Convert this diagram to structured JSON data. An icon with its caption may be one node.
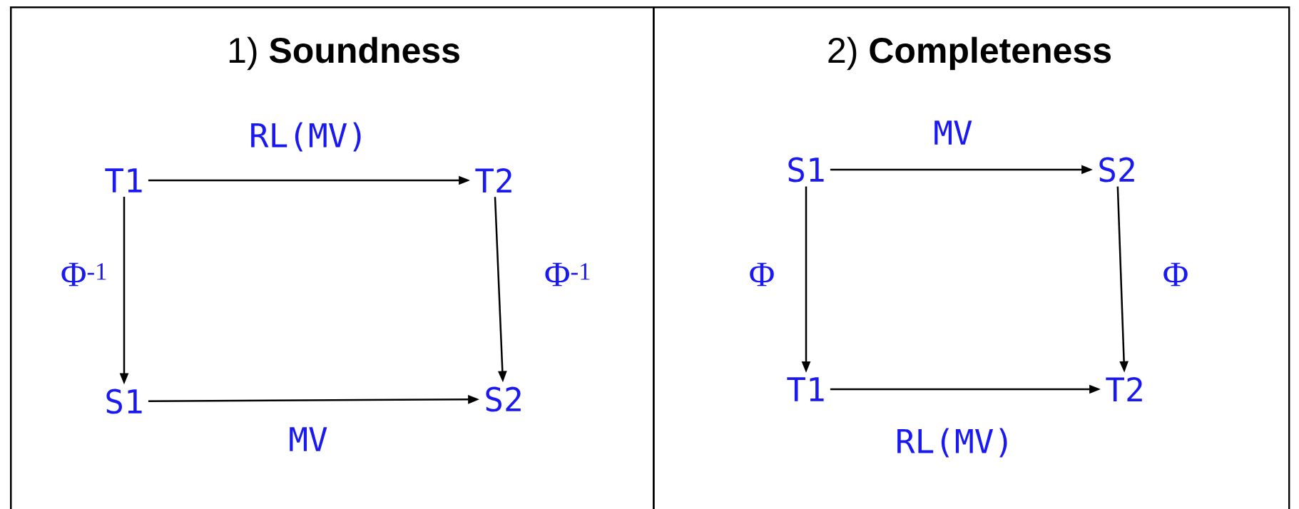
{
  "diagram": {
    "nodes": [
      {
        "text": [
          "1) **Soundness**"
        ]
      },
      {
        "text": [
          "T1"
        ],
        "in": 0
      },
      {
        "text": [
          "T2"
        ],
        "in": 0
      },
      {
        "text": [
          "S1"
        ],
        "in": 0
      },
      {
        "text": [
          "S2"
        ],
        "in": 0
      },
      {
        "text": [
          "2) **Completeness**"
        ]
      },
      {
        "text": [
          "S1"
        ],
        "in": 5
      },
      {
        "text": [
          "S2"
        ],
        "in": 5
      },
      {
        "text": [
          "T1"
        ],
        "in": 5
      },
      {
        "text": [
          "T2"
        ],
        "in": 5
      }
    ],
    "edges": [
      {
        "from": 1,
        "to": 2,
        "arrow": "to",
        "label": "RL(MV)"
      },
      {
        "from": 1,
        "to": 3,
        "arrow": "to",
        "label": "Φ$^{-1}$"
      },
      {
        "from": 2,
        "to": 4,
        "arrow": "to",
        "label": "Φ$^{-1}$"
      },
      {
        "from": 3,
        "to": 4,
        "arrow": "to",
        "label": "MV"
      },
      {
        "from": 6,
        "to": 7,
        "arrow": "to",
        "label": "MV"
      },
      {
        "from": 6,
        "to": 8,
        "arrow": "to",
        "label": "Φ"
      },
      {
        "from": 7,
        "to": 9,
        "arrow": "to",
        "label": "Φ"
      },
      {
        "from": 8,
        "to": 9,
        "arrow": "to",
        "label": "RL(MV)"
      }
    ]
  }
}
